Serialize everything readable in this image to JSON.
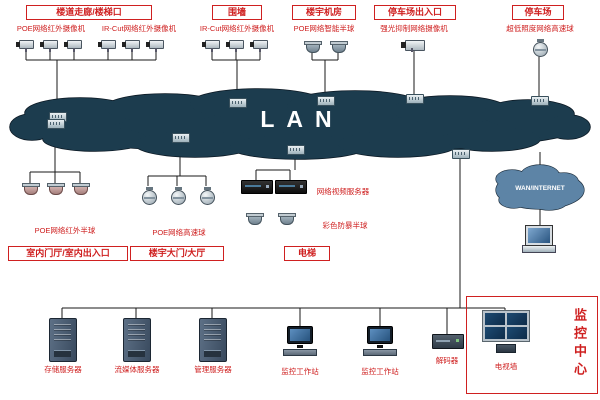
{
  "lan": {
    "label": "LAN"
  },
  "wan": {
    "label": "WAN/INTERNET"
  },
  "top_groups": [
    {
      "label": "楼道走廊/楼梯口",
      "devices": [
        {
          "name": "POE网络红外摄像机"
        },
        {
          "name": "IR-Cut网络红外摄像机"
        }
      ]
    },
    {
      "label": "围墙",
      "devices": [
        {
          "name": "IR-Cut网络红外摄像机"
        }
      ]
    },
    {
      "label": "楼宇机房",
      "devices": [
        {
          "name": "POE网络智能半球"
        }
      ]
    },
    {
      "label": "停车场出入口",
      "devices": [
        {
          "name": "强光抑制网络摄像机"
        }
      ]
    },
    {
      "label": "停车场",
      "devices": [
        {
          "name": "超低照度网络高速球"
        }
      ]
    }
  ],
  "mid_groups": [
    {
      "label": "室内门厅/室内出入口",
      "devices": [
        {
          "name": "POE网络红外半球"
        }
      ]
    },
    {
      "label": "楼宇大门/大厅",
      "devices": [
        {
          "name": "POE网络高速球"
        }
      ]
    },
    {
      "label": "电梯",
      "devices": [
        {
          "name": "网络视频服务器"
        },
        {
          "name": "彩色防暴半球"
        }
      ]
    }
  ],
  "monitoring": {
    "label": "监控中心",
    "devices": [
      {
        "name": "存储服务器"
      },
      {
        "name": "流媒体服务器"
      },
      {
        "name": "管理服务器"
      },
      {
        "name": "监控工作站"
      },
      {
        "name": "监控工作站"
      },
      {
        "name": "解码器"
      },
      {
        "name": "电视墙"
      }
    ]
  },
  "colors": {
    "accent_red": "#cf2020",
    "lan_fill": "#1c3c4e",
    "wan_fill": "#5d84a6",
    "line": "#1a1a1a"
  }
}
